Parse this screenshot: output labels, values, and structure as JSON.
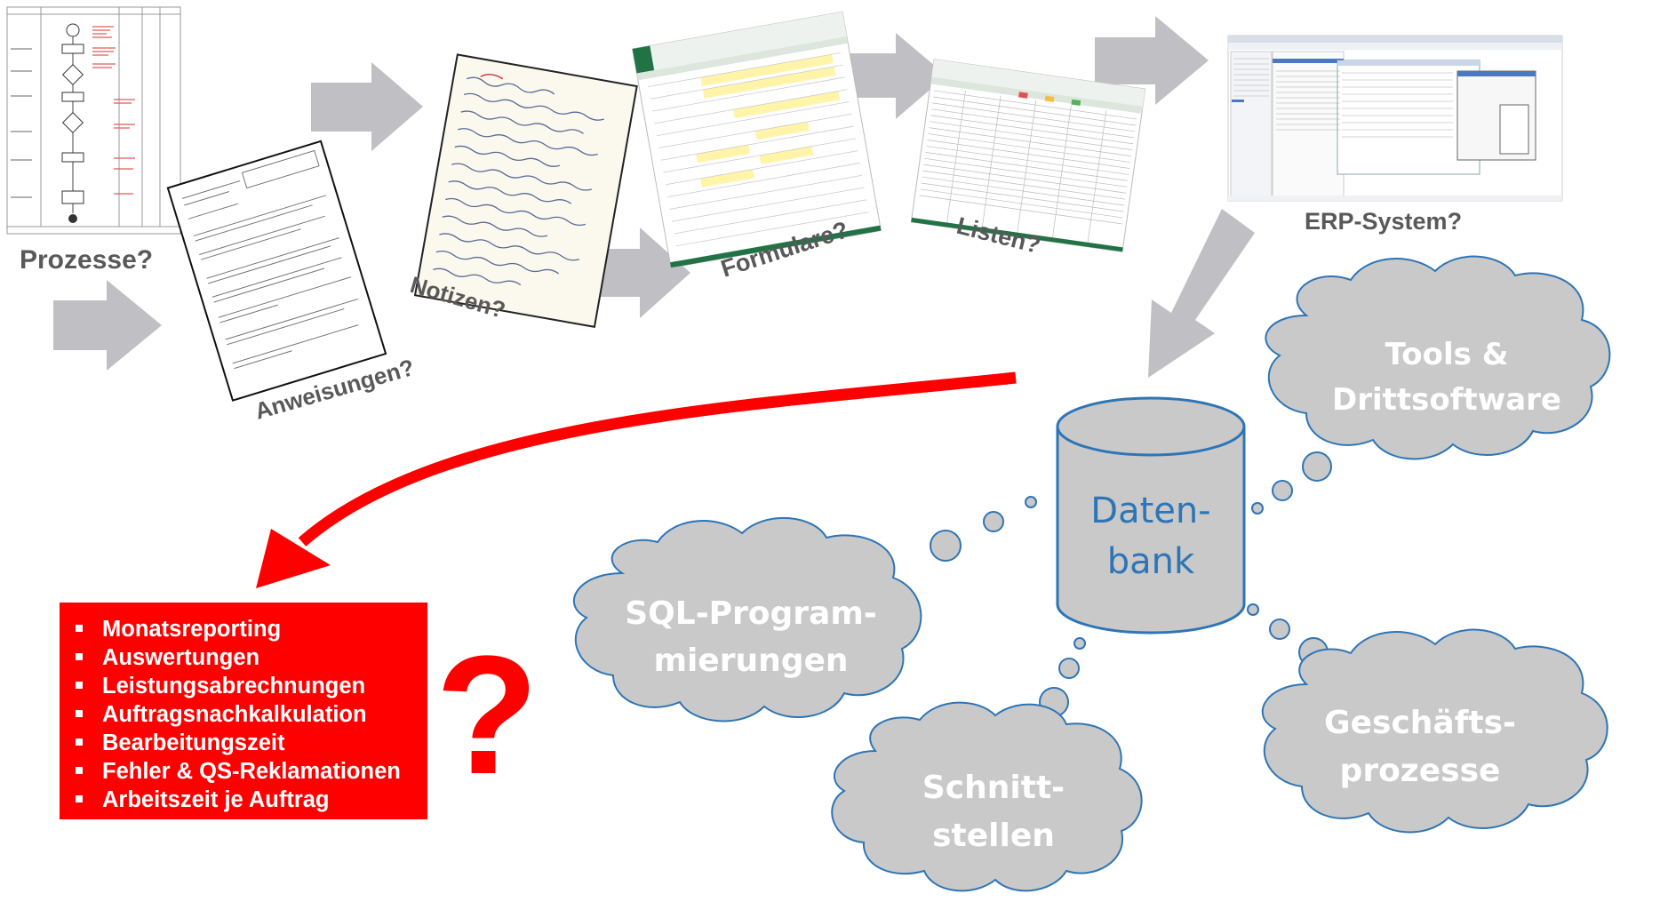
{
  "labels": {
    "prozesse": "Prozesse?",
    "anweisungen": "Anweisungen?",
    "notizen": "Notizen?",
    "formulare": "Formulare?",
    "listen": "Listen?",
    "erp": "ERP-System?"
  },
  "database": {
    "line1": "Daten-",
    "line2": "bank"
  },
  "clouds": {
    "tools": {
      "line1": "Tools &",
      "line2": "Drittsoftware"
    },
    "sql": {
      "line1": "SQL-Program-",
      "line2": "mierungen"
    },
    "schnittstellen": {
      "line1": "Schnitt-",
      "line2": "stellen"
    },
    "geschaeft": {
      "line1": "Geschäfts-",
      "line2": "prozesse"
    }
  },
  "report_items": [
    "Monatsreporting",
    "Auswertungen",
    "Leistungsabrechnungen",
    "Auftragsnachkalkulation",
    "Bearbeitungszeit",
    "Fehler & QS-Reklamationen",
    "Arbeitszeit je Auftrag"
  ],
  "question_mark": "?",
  "colors": {
    "arrow_gray": "#c0c0c4",
    "red": "#ff0000",
    "cloud_fill": "#c9c9c9",
    "cloud_stroke": "#2e75b6",
    "db_fill": "#c9c9c9",
    "db_stroke": "#2e75b6",
    "label_gray": "#595959"
  }
}
